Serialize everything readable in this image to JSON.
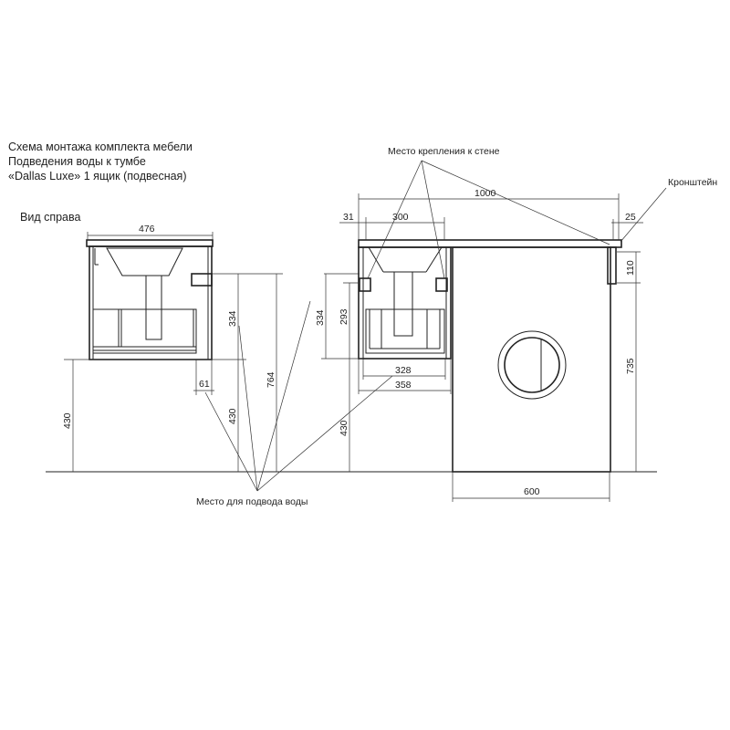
{
  "title": {
    "line1": "Схема монтажа комплекта мебели",
    "line2": "Подведения воды к тумбе",
    "line3": "«Dallas Luxe» 1 ящик (подвесная)"
  },
  "side_view_label": "Вид справа",
  "callouts": {
    "wall_mount": "Место крепления к стене",
    "bracket": "Кронштейн",
    "water_supply": "Место для подвода воды"
  },
  "dimensions": {
    "side_width": "476",
    "side_334": "334",
    "side_764": "764",
    "side_430_left": "430",
    "side_430": "430",
    "side_61": "61",
    "front_1000": "1000",
    "front_31": "31",
    "front_300": "300",
    "front_25": "25",
    "front_110": "110",
    "front_735": "735",
    "front_334": "334",
    "front_293": "293",
    "front_430": "430",
    "front_328": "328",
    "front_358": "358",
    "front_600": "600"
  }
}
